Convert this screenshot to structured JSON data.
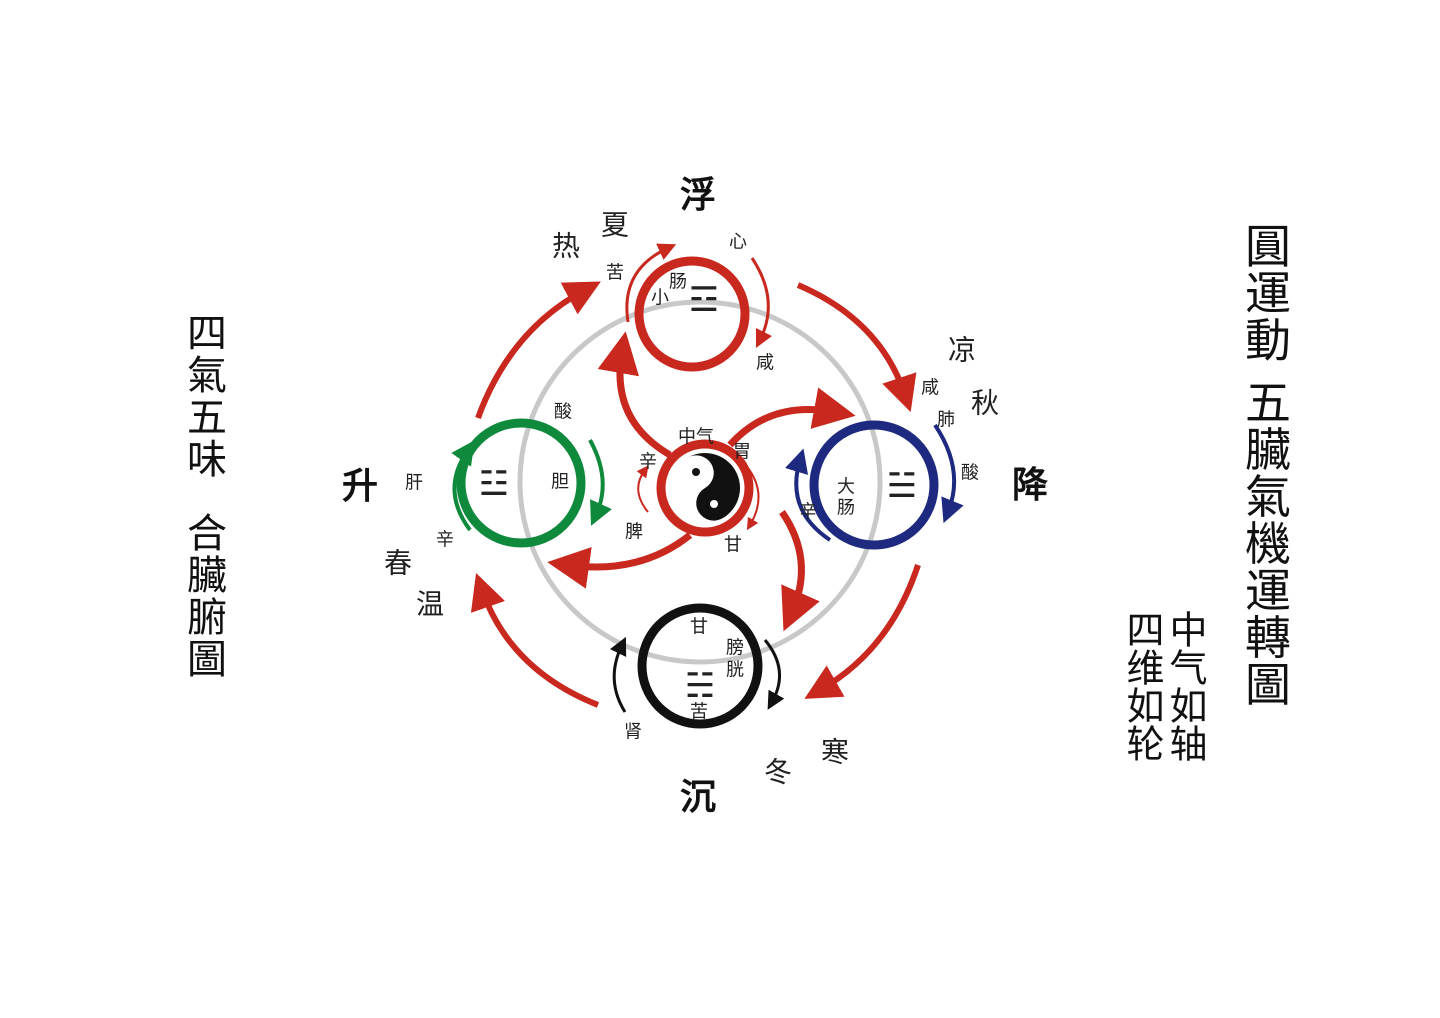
{
  "colors": {
    "fire": "#c8281e",
    "wood": "#0f8a3c",
    "metal": "#1e2a80",
    "water": "#111111",
    "ring": "#c8c8c8"
  },
  "left_title": {
    "line1": "四氣五味",
    "line2": "合臟腑圖"
  },
  "right_title": {
    "main": "圓運動 五臟氣機運轉圖",
    "col1": "中气如轴",
    "col2": "四维如轮"
  },
  "directions": {
    "up": "浮",
    "right": "降",
    "down": "沉",
    "left": "升"
  },
  "seasons": {
    "summer": "夏",
    "autumn": "秋",
    "winter": "冬",
    "spring": "春"
  },
  "qualities": {
    "hot": "热",
    "cool": "凉",
    "cold": "寒",
    "warm": "温"
  },
  "top": {
    "organ": "心",
    "inner": [
      "小",
      "肠"
    ],
    "taste_in": "苦",
    "taste_out": "咸",
    "trigram": "☲"
  },
  "right": {
    "organ": "肺",
    "inner": [
      "大",
      "肠"
    ],
    "taste_in": "辛",
    "taste_out": "酸",
    "taste_pre": "咸",
    "trigram": "☱"
  },
  "bottom": {
    "organ": "肾",
    "inner": [
      "膀",
      "胱"
    ],
    "taste_in": "甘",
    "taste_out": "苦",
    "trigram": "☵"
  },
  "left": {
    "organ": "肝",
    "inner": "胆",
    "taste_in": "酸",
    "taste_out": "辛",
    "trigram": "☳"
  },
  "center": {
    "label": "中气",
    "organ1": "胃",
    "organ2": "脾",
    "taste1": "辛",
    "taste2": "甘"
  }
}
